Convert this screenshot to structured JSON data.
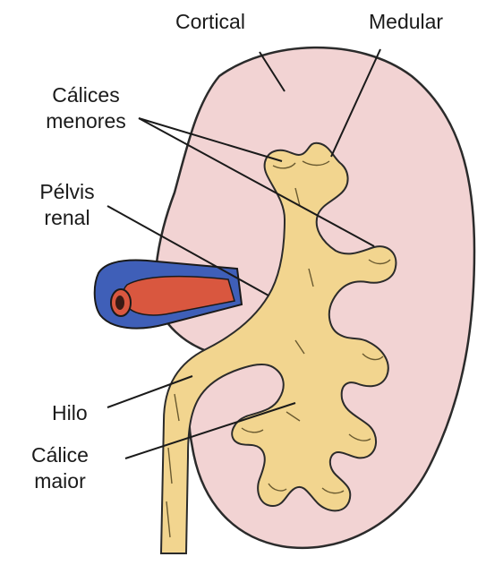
{
  "labels": {
    "cortical": "Cortical",
    "medular": "Medular",
    "calices_menores_line1": "Cálices",
    "calices_menores_line2": "menores",
    "pelvis_renal_line1": "Pélvis",
    "pelvis_renal_line2": "renal",
    "hilo": "Hilo",
    "calice_maior_line1": "Cálice",
    "calice_maior_line2": "maior"
  },
  "colors": {
    "cortex": "#f2d3d3",
    "cortex_outline": "#2b2b2b",
    "pelvis": "#f2d58f",
    "vein": "#3f5fb8",
    "artery": "#d9573f",
    "leader_line": "#1a1a1a"
  }
}
